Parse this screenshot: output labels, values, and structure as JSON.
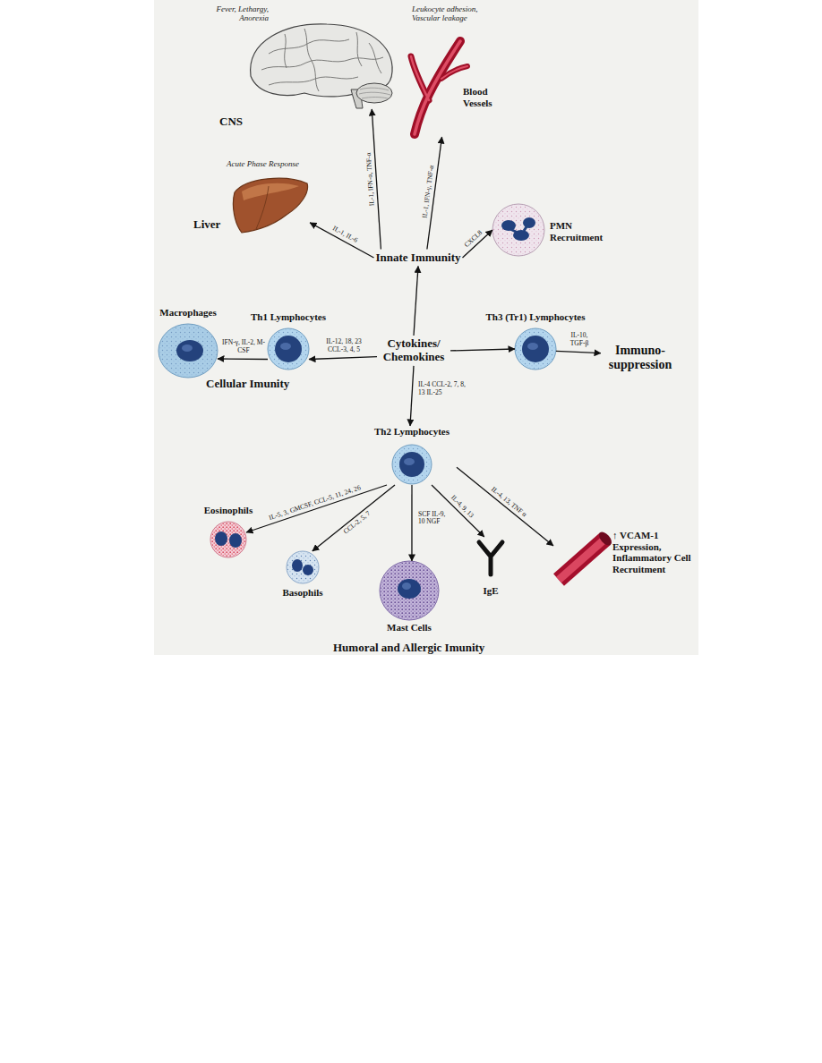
{
  "diagram": {
    "nodes": [
      {
        "text": [
          "Fever, Lethargy, Anorexia",
          "CNS"
        ]
      },
      {
        "text": [
          "Leukocyte adhesion, Vascular leakage",
          "Blood Vessels"
        ]
      },
      {
        "text": [
          "Acute Phase Response",
          "Liver"
        ]
      },
      {
        "text": [
          "PMN Recruitment"
        ]
      },
      {
        "text": [
          "Innate Immunity"
        ]
      },
      {
        "text": [
          "Macrophages"
        ]
      },
      {
        "text": [
          "Th1 Lymphocytes"
        ]
      },
      {
        "text": [
          "Cytokines/ Chemokines"
        ]
      },
      {
        "text": [
          "Th3 (Tr1) Lymphocytes"
        ]
      },
      {
        "text": [
          "Immuno- suppression"
        ]
      },
      {
        "text": [
          "Th2 Lymphocytes"
        ]
      },
      {
        "text": [
          "Eosinophils"
        ]
      },
      {
        "text": [
          "Basophils"
        ]
      },
      {
        "text": [
          "Mast Cells"
        ]
      },
      {
        "text": [
          "IgE"
        ]
      },
      {
        "text": [
          "↑ VCAM-1 Expression, Inflammatory Cell Recruitment"
        ]
      }
    ],
    "edges": [
      {
        "from": 7,
        "to": 4,
        "arrow": "to"
      },
      {
        "from": 4,
        "to": 2,
        "arrow": "to",
        "label": "IL-1, IL-6"
      },
      {
        "from": 4,
        "to": 0,
        "arrow": "to",
        "label": "IL-1, IFN-α, TNF-α"
      },
      {
        "from": 4,
        "to": 1,
        "arrow": "to",
        "label": "IL-1, IFN-γ, TNF-α"
      },
      {
        "from": 4,
        "to": 3,
        "arrow": "to",
        "label": "CXCL8"
      },
      {
        "from": 7,
        "to": 6,
        "arrow": "to",
        "label": "IL-12, 18, 23 CCL-3, 4, 5"
      },
      {
        "from": 6,
        "to": 5,
        "arrow": "to",
        "label": "IFN-γ, IL-2, M-CSF"
      },
      {
        "from": 7,
        "to": 8,
        "arrow": "to"
      },
      {
        "from": 8,
        "to": 9,
        "arrow": "to",
        "label": "IL-10, TGF-β"
      },
      {
        "from": 7,
        "to": 10,
        "arrow": "to",
        "label": "IL-4 CCL-2, 7, 8, 13 IL-25"
      },
      {
        "from": 10,
        "to": 11,
        "arrow": "to",
        "label": "IL-5, 3, GMCSF, CCL-5, 11, 24, 26"
      },
      {
        "from": 10,
        "to": 12,
        "arrow": "to",
        "label": "CCL-2, 5, 7"
      },
      {
        "from": 10,
        "to": 13,
        "arrow": "to",
        "label": "SCF IL-9, 10 NGF"
      },
      {
        "from": 10,
        "to": 14,
        "arrow": "to",
        "label": "IL-4, 9, 13"
      },
      {
        "from": 10,
        "to": 15,
        "arrow": "to",
        "label": "IL-4, 13, TNF α"
      }
    ],
    "labels": [
      "Cellular Imunity",
      "Humoral and Allergic Imunity"
    ]
  }
}
